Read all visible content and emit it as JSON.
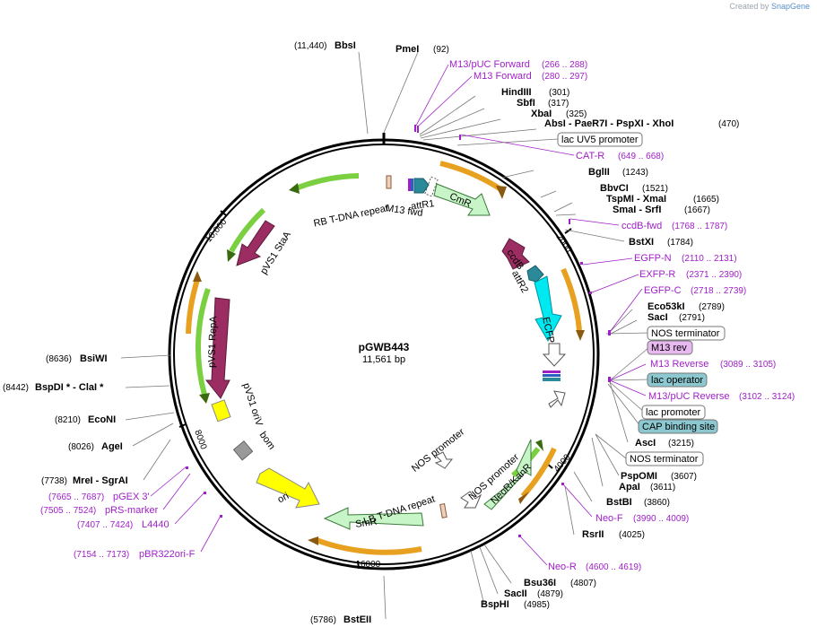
{
  "credit": {
    "prefix": "Created by",
    "brand": "SnapGene"
  },
  "plasmid": {
    "name": "pGWB443",
    "size": "11,561 bp"
  },
  "ticks": [
    {
      "label": "2000",
      "pos": 2000
    },
    {
      "label": "4000",
      "pos": 4000
    },
    {
      "label": "6000",
      "pos": 6000
    },
    {
      "label": "8000",
      "pos": 8000
    },
    {
      "label": "10,000",
      "pos": 10000
    }
  ],
  "colors": {
    "primer": "#a020c8",
    "orange": "#e8a020",
    "green_arrow": "#7ad040",
    "maroon": "#9b2d62",
    "teal": "#2b8a9a",
    "cyan": "#00e8f0",
    "light_green": "#c8f5c8",
    "yellow": "#ffff00",
    "grey": "#999999",
    "ops_fill": "#8cc8d0",
    "mrev_fill": "#e8b8f0"
  },
  "sites": [
    {
      "name": "PmeI",
      "pos": "(92)",
      "side": "R"
    },
    {
      "name": "BbsI",
      "pos": "(11,440)",
      "side": "L"
    },
    {
      "name": "HindIII",
      "pos": "(301)",
      "side": "R"
    },
    {
      "name": "SbfI",
      "pos": "(317)",
      "side": "R"
    },
    {
      "name": "XbaI",
      "pos": "(325)",
      "side": "R"
    },
    {
      "name": "AbsI - PaeR7I - PspXI - XhoI",
      "pos": "(470)",
      "side": "R"
    },
    {
      "name": "BglII",
      "pos": "(1243)",
      "side": "R"
    },
    {
      "name": "BbvCI",
      "pos": "(1521)",
      "side": "R"
    },
    {
      "name": "TspMI - XmaI",
      "pos": "(1665)",
      "side": "R"
    },
    {
      "name": "SmaI - SrfI",
      "pos": "(1667)",
      "side": "R"
    },
    {
      "name": "BstXI",
      "pos": "(1784)",
      "side": "R"
    },
    {
      "name": "Eco53kI",
      "pos": "(2789)",
      "side": "R"
    },
    {
      "name": "SacI",
      "pos": "(2791)",
      "side": "R"
    },
    {
      "name": "AscI",
      "pos": "(3215)",
      "side": "R"
    },
    {
      "name": "PspOMI",
      "pos": "(3607)",
      "side": "R"
    },
    {
      "name": "ApaI",
      "pos": "(3611)",
      "side": "R"
    },
    {
      "name": "BstBI",
      "pos": "(3860)",
      "side": "R"
    },
    {
      "name": "RsrII",
      "pos": "(4025)",
      "side": "R"
    },
    {
      "name": "Bsu36I",
      "pos": "(4807)",
      "side": "R"
    },
    {
      "name": "SacII",
      "pos": "(4879)",
      "side": "R"
    },
    {
      "name": "BspHI",
      "pos": "(4985)",
      "side": "R"
    },
    {
      "name": "BstEII",
      "pos": "(5786)",
      "side": "L"
    },
    {
      "name": "MreI - SgrAI",
      "pos": "(7738)",
      "side": "L"
    },
    {
      "name": "AgeI",
      "pos": "(8026)",
      "side": "L"
    },
    {
      "name": "EcoNI",
      "pos": "(8210)",
      "side": "L"
    },
    {
      "name": "BspDI * - ClaI *",
      "pos": "(8442)",
      "side": "L"
    },
    {
      "name": "BsiWI",
      "pos": "(8636)",
      "side": "L"
    }
  ],
  "primers": [
    {
      "name": "M13/pUC Forward",
      "pos": "(266 .. 288)",
      "side": "R"
    },
    {
      "name": "M13 Forward",
      "pos": "(280 .. 297)",
      "side": "R"
    },
    {
      "name": "CAT-R",
      "pos": "(649 .. 668)",
      "side": "R"
    },
    {
      "name": "ccdB-fwd",
      "pos": "(1768 .. 1787)",
      "side": "R"
    },
    {
      "name": "EGFP-N",
      "pos": "(2110 .. 2131)",
      "side": "R"
    },
    {
      "name": "EXFP-R",
      "pos": "(2371 .. 2390)",
      "side": "R"
    },
    {
      "name": "EGFP-C",
      "pos": "(2718 .. 2739)",
      "side": "R"
    },
    {
      "name": "M13 Reverse",
      "pos": "(3089 .. 3105)",
      "side": "R"
    },
    {
      "name": "M13/pUC Reverse",
      "pos": "(3102 .. 3124)",
      "side": "R"
    },
    {
      "name": "Neo-F",
      "pos": "(3990 .. 4009)",
      "side": "R"
    },
    {
      "name": "Neo-R",
      "pos": "(4600 .. 4619)",
      "side": "R"
    },
    {
      "name": "pGEX 3'",
      "pos": "(7665 .. 7687)",
      "side": "L"
    },
    {
      "name": "pRS-marker",
      "pos": "(7505 .. 7524)",
      "side": "L"
    },
    {
      "name": "L4440",
      "pos": "(7407 .. 7424)",
      "side": "L"
    },
    {
      "name": "pBR322ori-F",
      "pos": "(7154 .. 7173)",
      "side": "L"
    }
  ],
  "boxed_features": [
    {
      "name": "lac UV5 promoter",
      "style": "plain"
    },
    {
      "name": "NOS terminator",
      "style": "plain"
    },
    {
      "name": "M13 rev",
      "style": "mrev"
    },
    {
      "name": "lac operator",
      "style": "ops"
    },
    {
      "name": "lac promoter",
      "style": "plain"
    },
    {
      "name": "CAP binding site",
      "style": "ops"
    },
    {
      "name": "NOS terminator",
      "style": "plain"
    }
  ],
  "inner_features": [
    {
      "name": "RB T-DNA repeat"
    },
    {
      "name": "attR1"
    },
    {
      "name": "M13 fwd"
    },
    {
      "name": "CmR"
    },
    {
      "name": "ccdB"
    },
    {
      "name": "attR2"
    },
    {
      "name": "ECFP"
    },
    {
      "name": "pVS1 StaA"
    },
    {
      "name": "pVS1 RepA"
    },
    {
      "name": "pVS1 oriV"
    },
    {
      "name": "bom"
    },
    {
      "name": "ori"
    },
    {
      "name": "SmR"
    },
    {
      "name": "LB T-DNA repeat"
    },
    {
      "name": "NOS promoter"
    },
    {
      "name": "NOS promoter"
    },
    {
      "name": "NeoR/KanR"
    }
  ]
}
